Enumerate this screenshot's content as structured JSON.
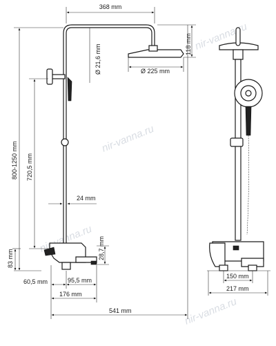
{
  "dimensions": {
    "width_total": "368 mm",
    "pipe_diameter": "Ø 21,6 mm",
    "head_height": "118 mm",
    "head_diameter": "Ø 225 mm",
    "height_range": "800-1250 mm",
    "height_fixed": "720,5 mm",
    "wall_gap": "24 mm",
    "spout_height": "28,7 mm",
    "mixer_height": "83 mm",
    "inlet_offset": "60,5 mm",
    "spout_length": "95,5 mm",
    "mixer_depth": "176 mm",
    "total_depth": "541 mm",
    "front_inlet_span": "150 mm",
    "front_mixer_width": "217 mm"
  },
  "watermark": "nir-vanna.ru"
}
